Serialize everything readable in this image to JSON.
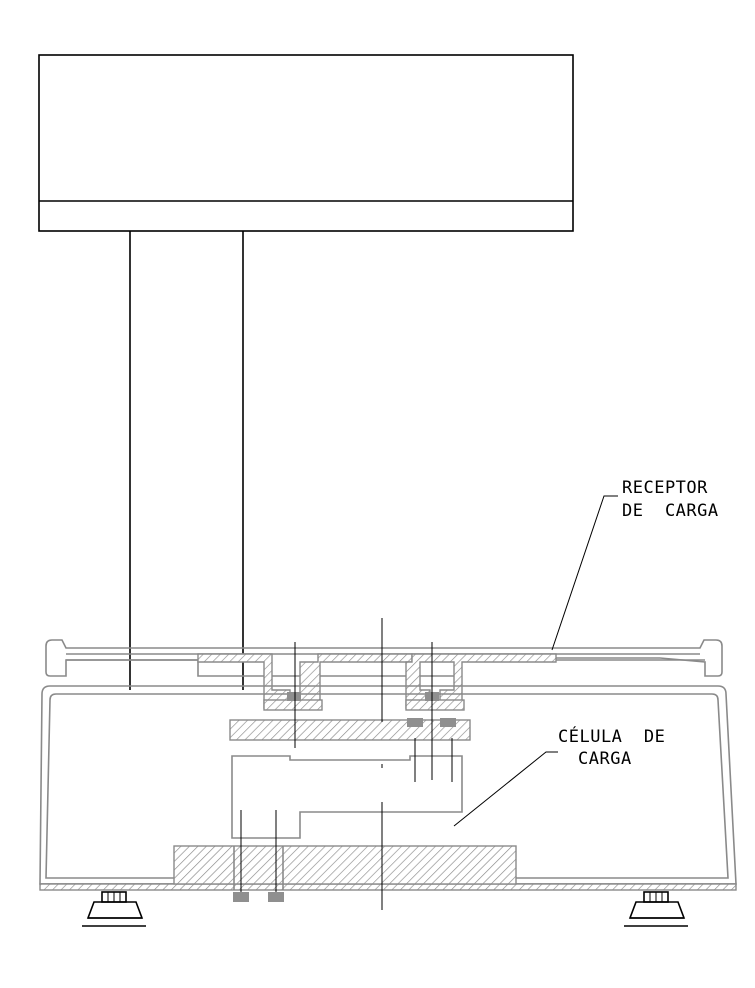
{
  "labels": {
    "receptor_line1": "RECEPTOR",
    "receptor_line2": "DE  CARGA",
    "celula_line1": "CÉLULA  DE",
    "celula_line2": "CARGA"
  },
  "colors": {
    "line": "#000000",
    "section": "#8a8a8a",
    "bolt": "#8f8f8f",
    "background": "#ffffff"
  }
}
